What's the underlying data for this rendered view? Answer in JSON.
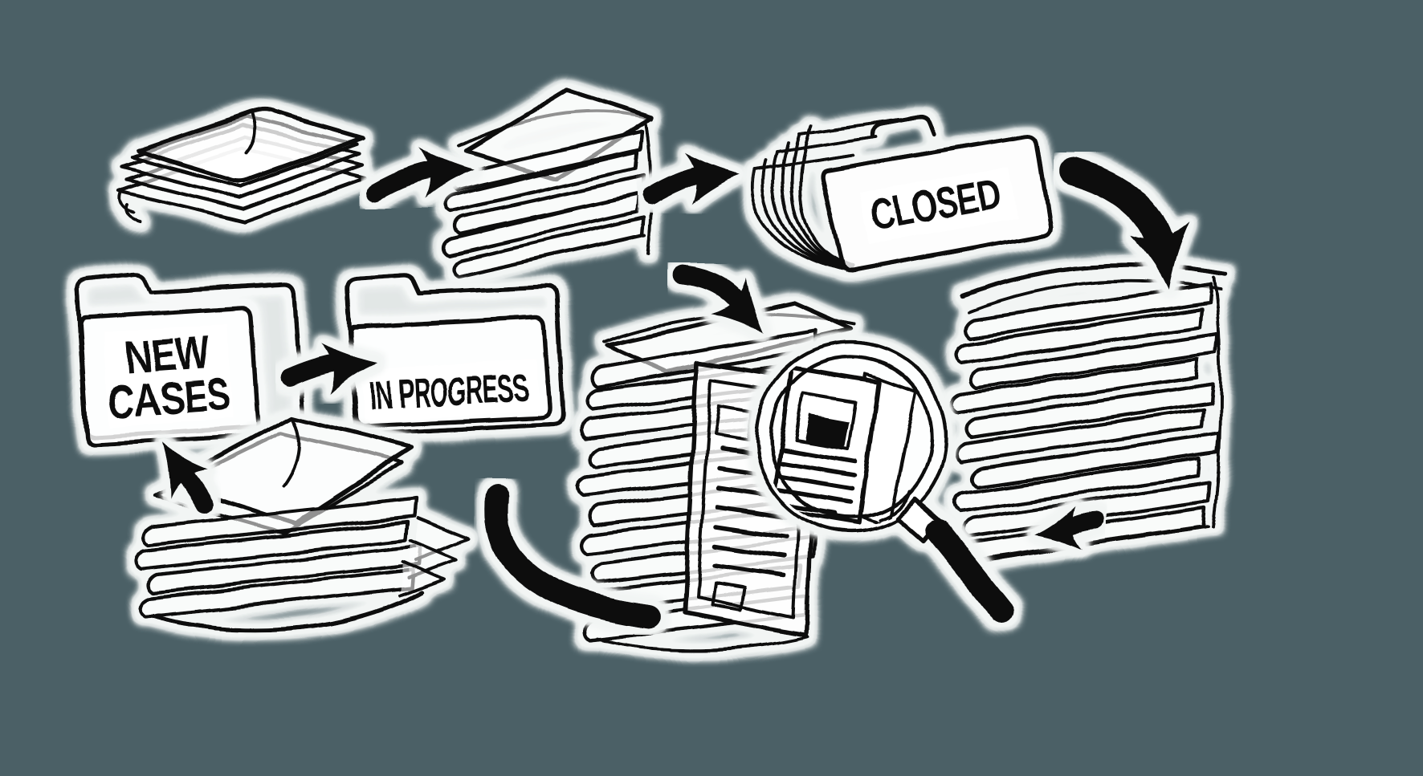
{
  "canvas": {
    "description": "hand-drawn sketch diagram of a case file workflow",
    "colors": {
      "background": "#4b6066",
      "ink": "#0d0d0d",
      "paper": "#ffffff"
    }
  },
  "labels": {
    "new_cases_line1": "NEW",
    "new_cases_line2": "CASES",
    "in_progress": "IN PROGRESS",
    "closed": "CLOSED"
  },
  "workflow": {
    "stages": [
      {
        "id": "incoming-papers-stack",
        "type": "paper-stack",
        "label": ""
      },
      {
        "id": "new-cases-folder",
        "type": "folder",
        "label": "NEW CASES"
      },
      {
        "id": "in-progress-folder",
        "type": "folder",
        "label": "IN PROGRESS"
      },
      {
        "id": "processing-papers-stack",
        "type": "paper-stack",
        "label": ""
      },
      {
        "id": "closed-folder",
        "type": "folder",
        "label": "CLOSED"
      },
      {
        "id": "archive-papers-stack",
        "type": "paper-stack",
        "label": ""
      },
      {
        "id": "review-documents-stack",
        "type": "paper-stack-with-document",
        "label": ""
      },
      {
        "id": "magnifier",
        "type": "magnifying-glass",
        "label": ""
      },
      {
        "id": "pending-papers-stack",
        "type": "paper-stack",
        "label": ""
      }
    ],
    "arrows": [
      {
        "from": "incoming-papers-stack",
        "to": "processing-papers-stack"
      },
      {
        "from": "new-cases-folder",
        "to": "in-progress-folder"
      },
      {
        "from": "processing-papers-stack",
        "to": "closed-folder"
      },
      {
        "from": "processing-papers-stack",
        "to": "review-documents-stack"
      },
      {
        "from": "closed-folder",
        "to": "archive-papers-stack"
      },
      {
        "from": "archive-papers-stack",
        "to": "magnifier"
      },
      {
        "from": "pending-papers-stack",
        "to": "new-cases-folder"
      },
      {
        "from": "in-progress-folder",
        "to": "review-documents-stack"
      }
    ]
  }
}
